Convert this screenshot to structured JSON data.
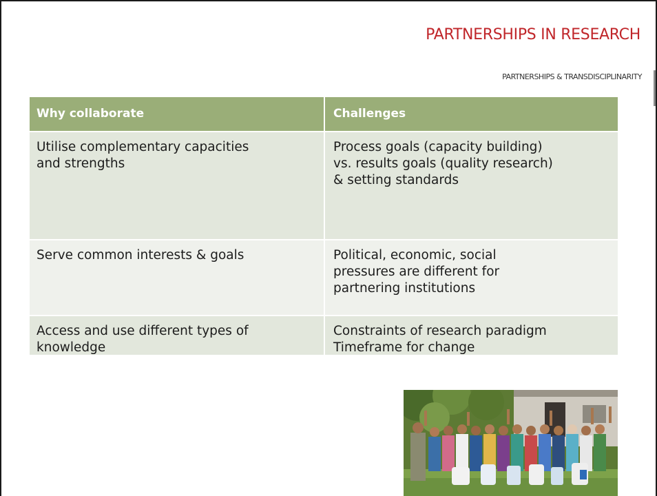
{
  "slide": {
    "title": "PARTNERSHIPS IN RESEARCH",
    "subtitle": "PARTNERSHIPS & TRANSDISCIPLINARITY"
  },
  "table": {
    "headers": [
      "Why collaborate",
      "Challenges"
    ],
    "rows": [
      {
        "why": [
          "Utilise complementary capacities",
          "and strengths"
        ],
        "challenge": [
          "Process goals (capacity building)",
          "vs. results goals (quality research)",
          "& setting standards"
        ]
      },
      {
        "why": [
          "Serve common interests & goals"
        ],
        "challenge": [
          "Political, economic, social",
          "pressures are different for",
          "partnering institutions"
        ]
      },
      {
        "why": [
          "Access and use different types of",
          "knowledge"
        ],
        "challenge": [
          "Constraints of research paradigm",
          "Timeframe for change"
        ]
      }
    ]
  },
  "colors": {
    "title": "#c0262a",
    "header_bg": "#9aae78",
    "row_bg_dark": "#e2e7dc",
    "row_bg_light": "#eff1ec"
  }
}
